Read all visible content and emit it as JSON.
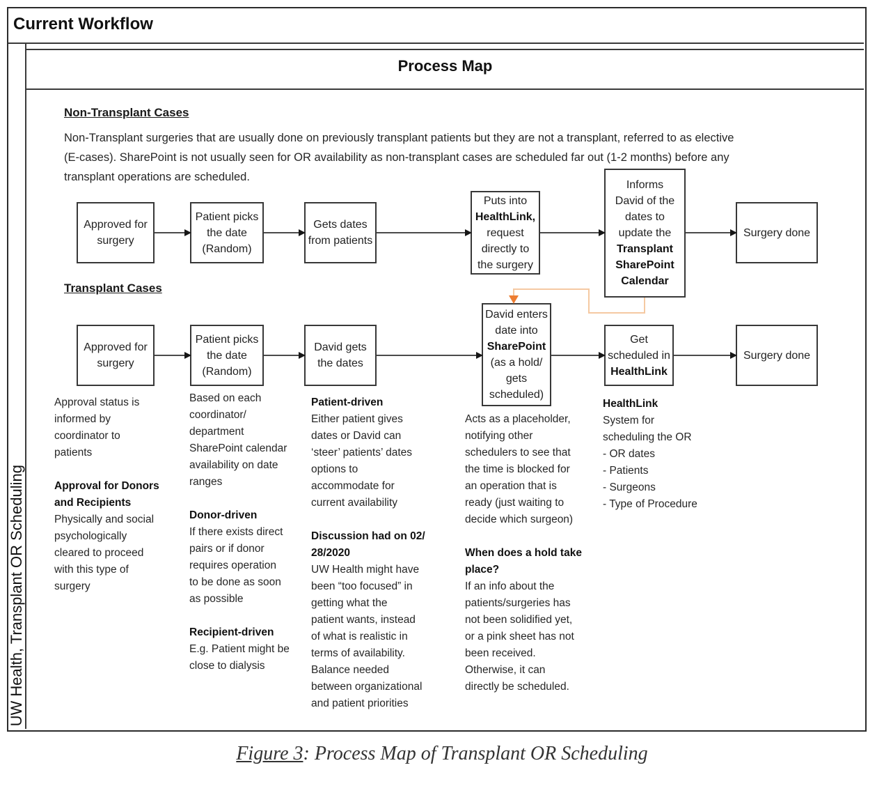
{
  "title": "Current Workflow",
  "sidebar_label": "UW Health, Transplant OR Scheduling",
  "header": "Process Map",
  "colors": {
    "connector_line": "#F5C9A2",
    "connector_arrow": "#ED7D31",
    "box_border": "#383838"
  },
  "non_transplant": {
    "heading": "Non-Transplant Cases",
    "description": "Non-Transplant surgeries that are usually done on previously transplant patients but they are not a transplant, referred to as elective\n(E-cases). SharePoint is not usually seen for OR availability as non-transplant cases are scheduled far out (1-2 months) before any\ntransplant operations are scheduled.",
    "boxes": [
      {
        "id": "approved-for-surgery",
        "segments": [
          {
            "t": "Approved for\nsurgery"
          }
        ]
      },
      {
        "id": "patient-picks-date",
        "segments": [
          {
            "t": "Patient picks\nthe date\n(Random)"
          }
        ]
      },
      {
        "id": "gets-dates-from-patients",
        "segments": [
          {
            "t": "Gets dates\nfrom patients"
          }
        ]
      },
      {
        "id": "puts-into-healthlink",
        "segments": [
          {
            "t": "Puts into\n"
          },
          {
            "t": "HealthLink,",
            "b": 1
          },
          {
            "t": "\nrequest\ndirectly to\nthe surgery"
          }
        ]
      },
      {
        "id": "informs-david",
        "segments": [
          {
            "t": "Informs\nDavid of the\ndates to\nupdate the\n"
          },
          {
            "t": "Transplant\nSharePoint\nCalendar",
            "b": 1
          }
        ]
      },
      {
        "id": "surgery-done",
        "segments": [
          {
            "t": "Surgery done"
          }
        ]
      }
    ]
  },
  "transplant": {
    "heading": "Transplant Cases",
    "boxes": [
      {
        "id": "approved-for-surgery",
        "segments": [
          {
            "t": "Approved for\nsurgery"
          }
        ]
      },
      {
        "id": "patient-picks-date",
        "segments": [
          {
            "t": "Patient picks\nthe date\n(Random)"
          }
        ]
      },
      {
        "id": "david-gets-dates",
        "segments": [
          {
            "t": "David gets\nthe dates"
          }
        ]
      },
      {
        "id": "david-enters-sharepoint",
        "segments": [
          {
            "t": "David enters\ndate into\n"
          },
          {
            "t": "SharePoint",
            "b": 1
          },
          {
            "t": "\n(as a hold/\ngets\nscheduled)"
          }
        ]
      },
      {
        "id": "get-scheduled-healthlink",
        "segments": [
          {
            "t": "Get\nscheduled in\n"
          },
          {
            "t": "HealthLink",
            "b": 1
          }
        ]
      },
      {
        "id": "surgery-done",
        "segments": [
          {
            "t": "Surgery done"
          }
        ]
      }
    ]
  },
  "notes": {
    "col1": [
      {
        "t": "Approval status is\ninformed by\ncoordinator to\npatients"
      },
      {
        "t": "Approval for Donors\nand Recipients",
        "b": 1,
        "gap": 1
      },
      {
        "t": "Physically and social\npsychologically\ncleared to proceed\nwith this type of\nsurgery"
      }
    ],
    "col2": [
      {
        "t": "Based on each\ncoordinator/\ndepartment\nSharePoint calendar\navailability on date\nranges"
      },
      {
        "t": "Donor-driven",
        "b": 1,
        "gap": 1
      },
      {
        "t": "If there exists direct\npairs or if donor\nrequires operation\nto be done as soon\nas possible"
      },
      {
        "t": "Recipient-driven",
        "b": 1,
        "gap": 1
      },
      {
        "t": "E.g. Patient might be\nclose to dialysis"
      }
    ],
    "col3": [
      {
        "t": "Patient-driven",
        "b": 1
      },
      {
        "t": "Either patient gives\ndates or David can\n‘steer’ patients’ dates\noptions to\naccommodate for\ncurrent availability"
      },
      {
        "t": "Discussion had on 02/\n28/2020",
        "b": 1,
        "gap": 1
      },
      {
        "t": "UW Health might have\nbeen “too focused” in\ngetting what the\npatient wants, instead\nof what is realistic in\nterms of availability.\nBalance needed\nbetween organizational\nand patient priorities"
      }
    ],
    "col4": [
      {
        "t": "Acts as a placeholder,\nnotifying other\nschedulers to see that\nthe time is blocked for\nan operation that is\nready (just waiting to\ndecide which surgeon)"
      },
      {
        "t": "When does a hold take\nplace?",
        "b": 1,
        "gap": 1
      },
      {
        "t": "If an info about the\npatients/surgeries has\nnot been solidified yet,\nor a pink sheet has not\nbeen received.\nOtherwise, it can\ndirectly be scheduled."
      }
    ],
    "col5": [
      {
        "t": "HealthLink",
        "b": 1
      },
      {
        "t": "System for\nscheduling the OR\n- OR dates\n- Patients\n- Surgeons\n- Type of Procedure"
      }
    ]
  },
  "caption": {
    "figure_label": "Figure 3",
    "rest": ": Process Map of Transplant OR Scheduling"
  }
}
